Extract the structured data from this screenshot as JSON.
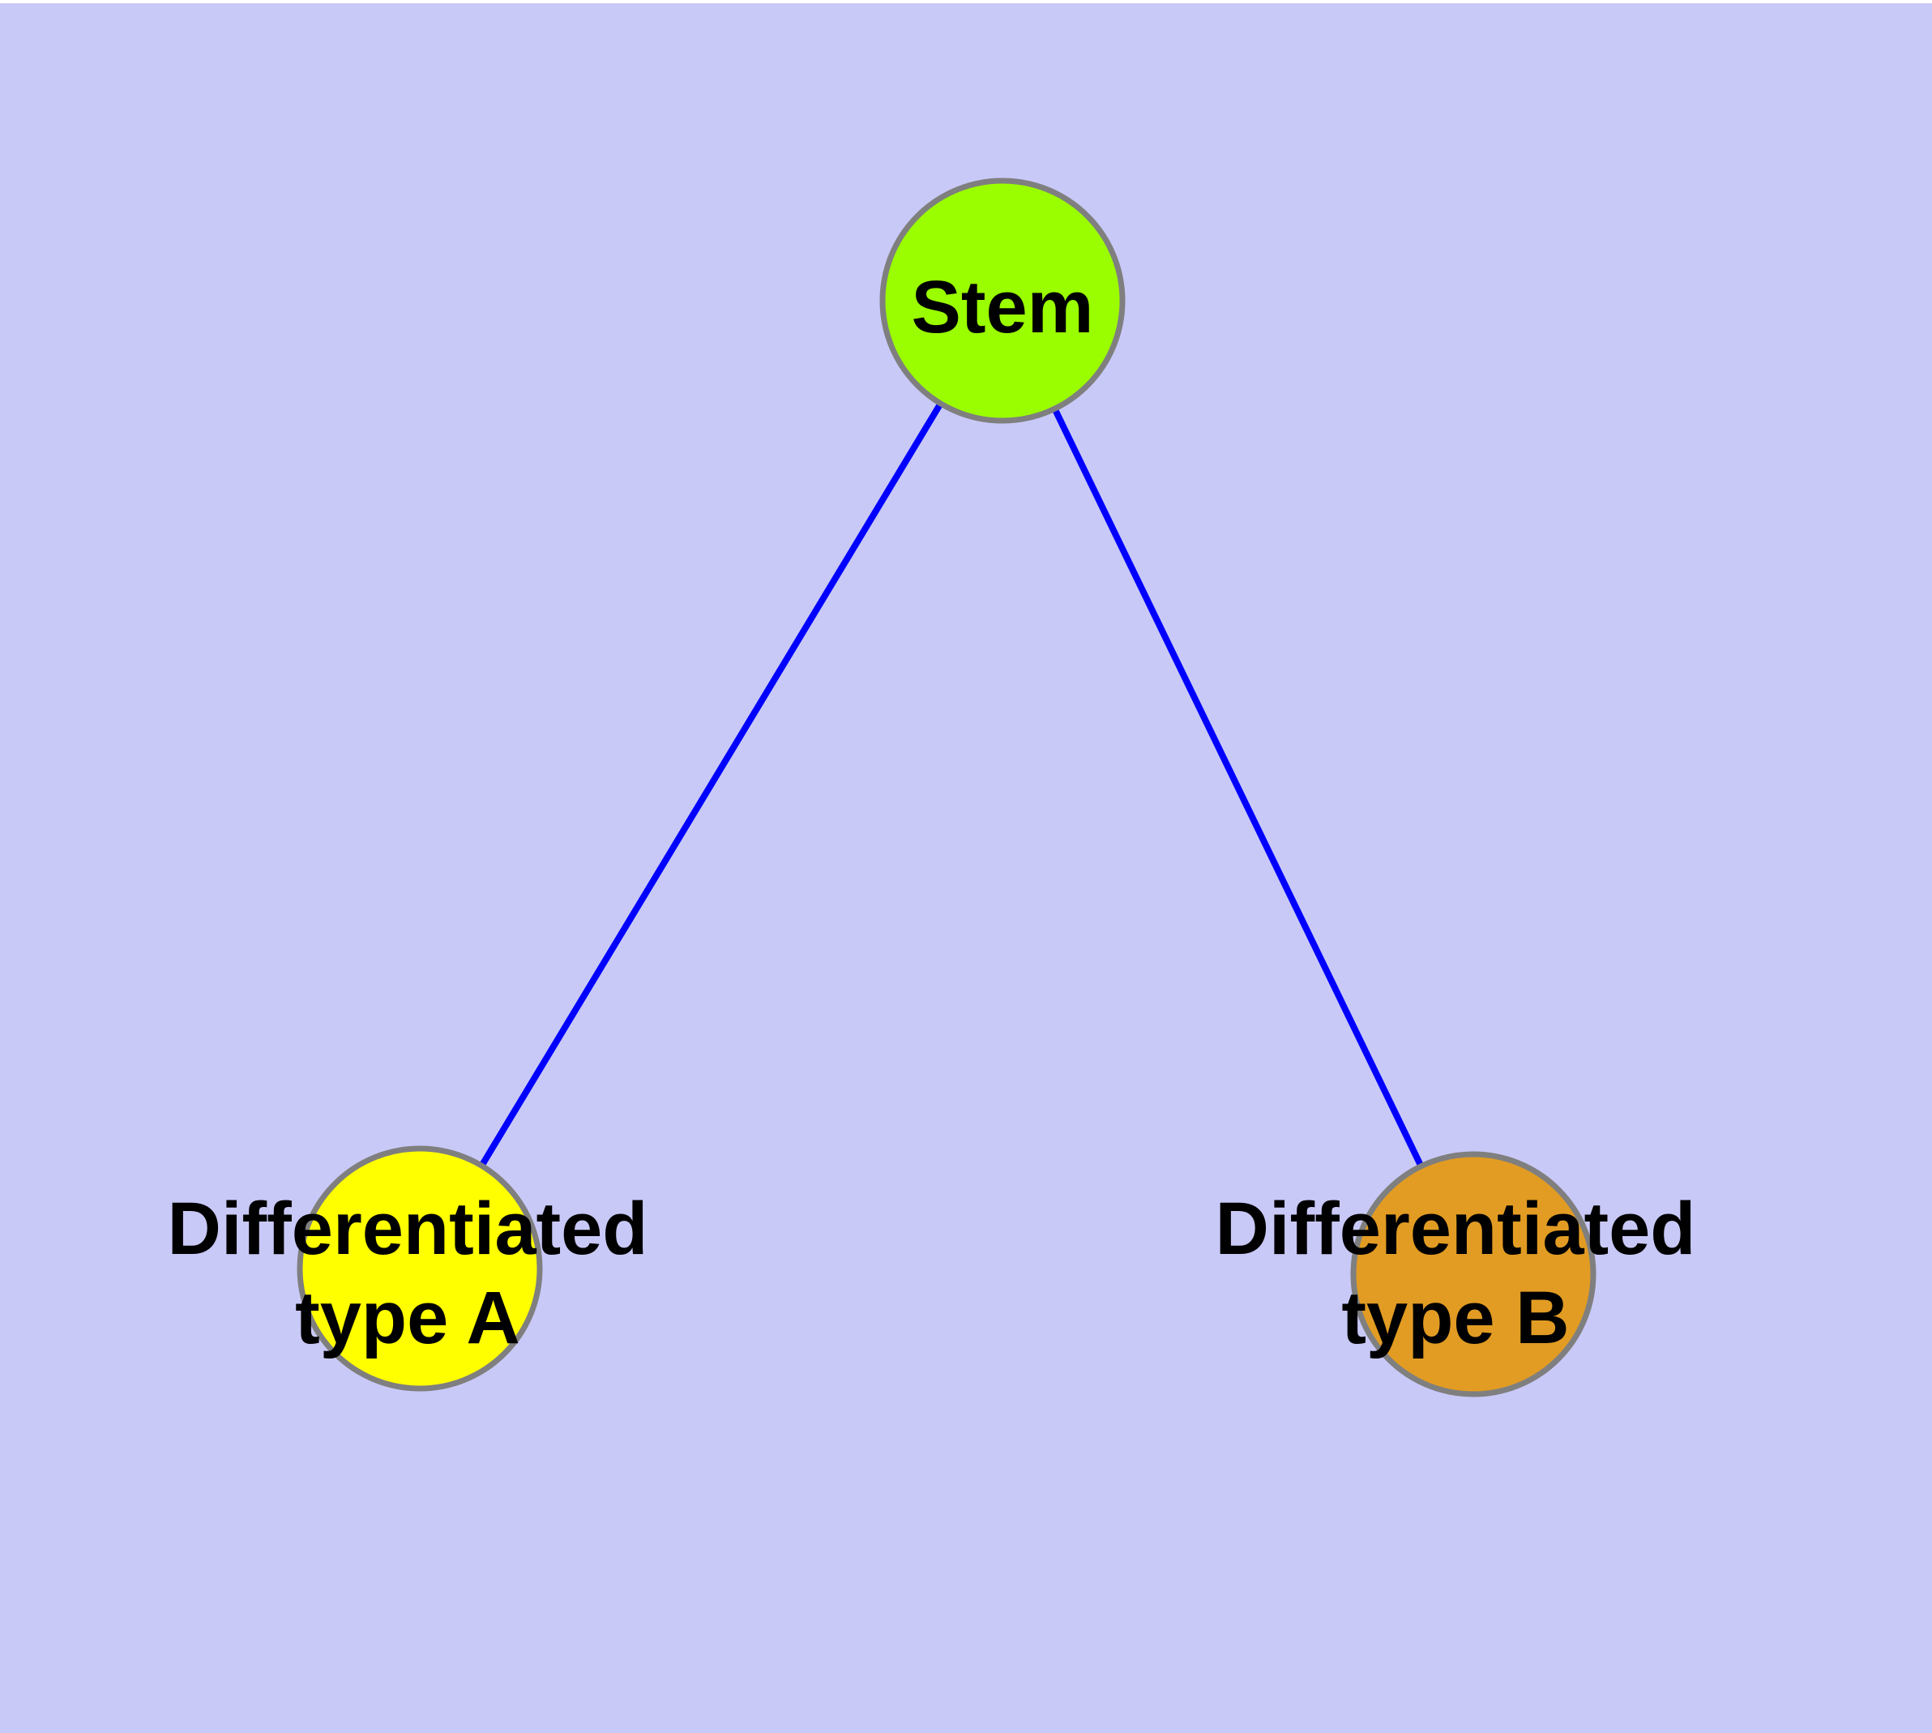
{
  "diagram": {
    "type": "graph",
    "background_color": "#c9c9f8",
    "page_margin_color": "#ffffff",
    "edge_color": "#0000ff",
    "node_border_color": "#7f7f7f",
    "label_color": "#000000",
    "nodes": [
      {
        "id": "stem",
        "label": "Stem",
        "color": "#9afe00"
      },
      {
        "id": "type-a",
        "label": "Differentiated\ntype A",
        "color": "#ffff00"
      },
      {
        "id": "type-b",
        "label": "Differentiated\ntype B",
        "color": "#e29c23"
      }
    ],
    "edges": [
      {
        "from": "stem",
        "to": "type-a"
      },
      {
        "from": "stem",
        "to": "type-b"
      }
    ]
  }
}
